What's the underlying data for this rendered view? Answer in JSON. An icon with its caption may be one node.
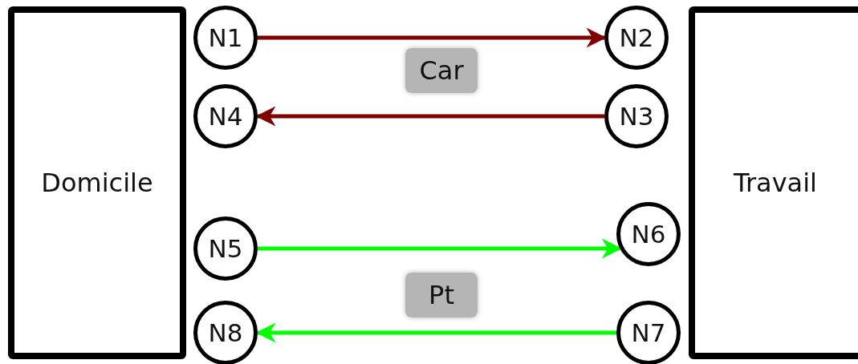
{
  "diagram": {
    "nodes": [
      {
        "text": [
          "Domicile"
        ]
      },
      {
        "text": [
          "Travail"
        ]
      },
      {
        "text": [
          "N1"
        ]
      },
      {
        "text": [
          "N2"
        ]
      },
      {
        "text": [
          "N4"
        ]
      },
      {
        "text": [
          "N3"
        ]
      },
      {
        "text": [
          "N5"
        ]
      },
      {
        "text": [
          "N6"
        ]
      },
      {
        "text": [
          "N8"
        ]
      },
      {
        "text": [
          "N7"
        ]
      }
    ],
    "edges": [
      {
        "from": 2,
        "to": 3,
        "arrow": "to",
        "color": "#800000"
      },
      {
        "from": 5,
        "to": 4,
        "arrow": "to",
        "color": "#800000"
      },
      {
        "from": 6,
        "to": 7,
        "arrow": "to",
        "color": "#00ff00"
      },
      {
        "from": 9,
        "to": 8,
        "arrow": "to",
        "color": "#00ff00"
      }
    ],
    "labels": [
      "Car",
      "Pt"
    ]
  }
}
